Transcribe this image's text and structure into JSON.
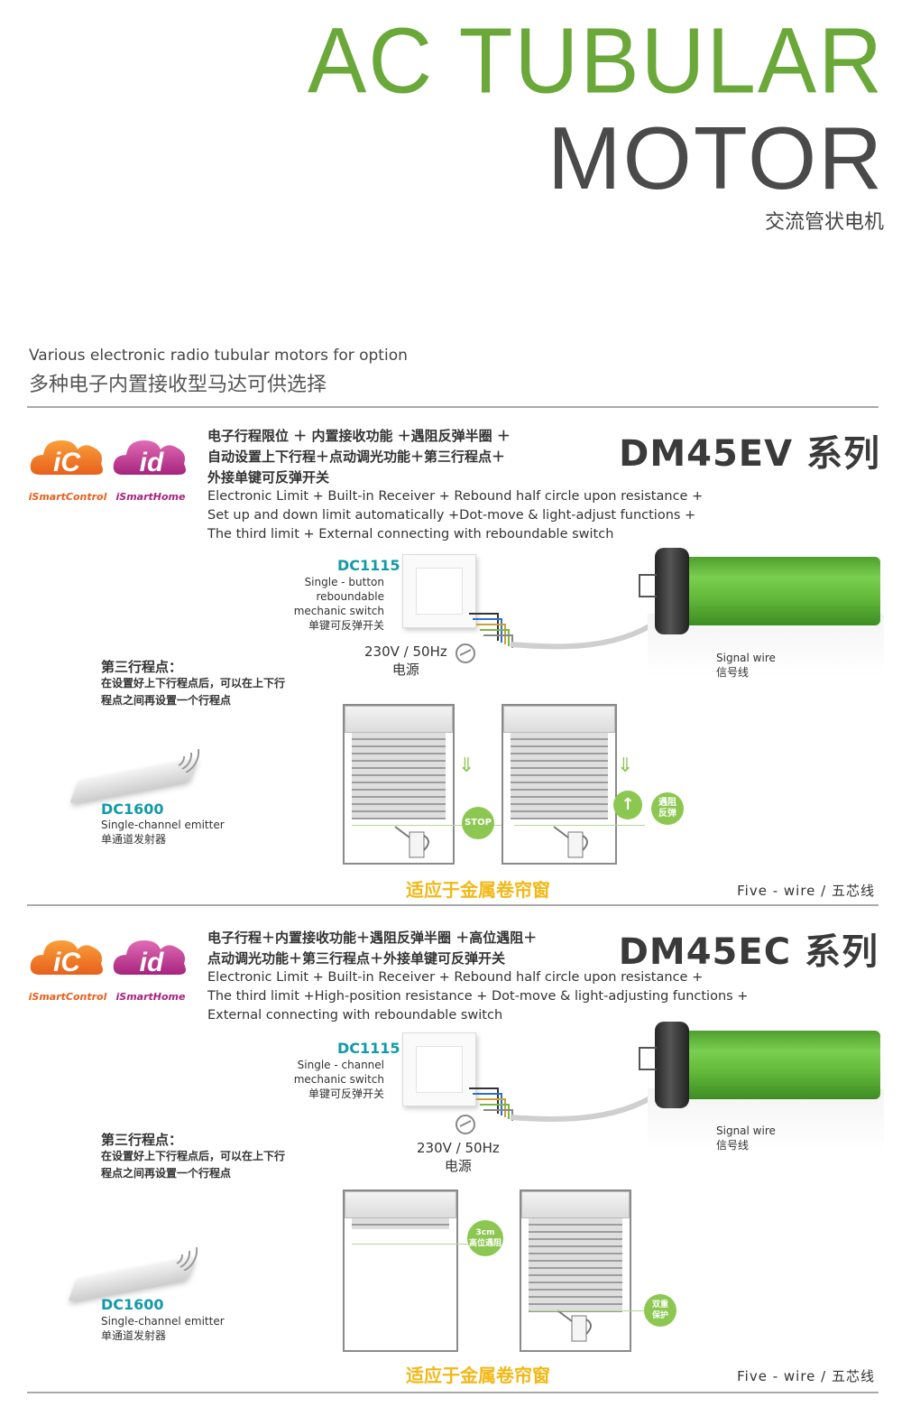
{
  "header": {
    "title_line1": "AC TUBULAR",
    "title_line2": "MOTOR",
    "title_cn": "交流管状电机"
  },
  "intro": {
    "en": "Various electronic radio tubular motors for option",
    "cn": "多种电子内置接收型马达可供选择"
  },
  "logos": {
    "ic_mark": "iC",
    "ic_name": "iSmartControl",
    "id_mark": "id",
    "id_name": "iSmartHome"
  },
  "sections": [
    {
      "series": "DM45EV 系列",
      "features_cn": [
        "电子行程限位 ＋ 内置接收功能 ＋遇阻反弹半圈 ＋",
        "自动设置上下行程＋点动调光功能＋第三行程点＋",
        "外接单键可反弹开关"
      ],
      "features_en": [
        "Electronic Limit + Built-in Receiver + Rebound half circle upon resistance +",
        "Set up and down limit automatically +Dot-move & light-adjust functions +",
        "The third limit + External connecting with reboundable switch"
      ],
      "switch_model": "DC1115",
      "switch_desc": [
        "Single - button",
        "reboundable",
        "mechanic switch",
        "单键可反弹开关"
      ],
      "power": [
        "230V / 50Hz",
        "电源"
      ],
      "signal": [
        "Signal wire",
        "信号线"
      ],
      "third_title": "第三行程点：",
      "third_desc": [
        "在设置好上下行程点后，可以在上下行",
        "程点之间再设置一个行程点"
      ],
      "emitter_model": "DC1600",
      "emitter_desc": [
        "Single-channel emitter",
        "单通道发射器"
      ],
      "badge_1": "STOP",
      "badge_2": "遇阻\n反弹",
      "window_label": "适应于金属卷帘窗",
      "wire_label": "Five - wire / 五芯线"
    },
    {
      "series": "DM45EC 系列",
      "features_cn": [
        "电子行程＋内置接收功能＋遇阻反弹半圈 ＋高位遇阻＋",
        "点动调光功能＋第三行程点＋外接单键可反弹开关"
      ],
      "features_en": [
        "Electronic Limit + Built-in Receiver + Rebound half circle upon resistance +",
        "The third limit +High-position resistance + Dot-move & light-adjusting functions +",
        "External connecting with reboundable switch"
      ],
      "switch_model": "DC1115",
      "switch_desc": [
        "Single - channel",
        "mechanic switch",
        "单键可反弹开关"
      ],
      "power": [
        "230V / 50Hz",
        "电源"
      ],
      "signal": [
        "Signal wire",
        "信号线"
      ],
      "third_title": "第三行程点：",
      "third_desc": [
        "在设置好上下行程点后，可以在上下行",
        "程点之间再设置一个行程点"
      ],
      "emitter_model": "DC1600",
      "emitter_desc": [
        "Single-channel emitter",
        "单通道发射器"
      ],
      "badge_1": "3cm\n高位遇阻",
      "badge_2": "双重\n保护",
      "window_label": "适应于金属卷帘窗",
      "wire_label": "Five - wire / 五芯线"
    }
  ]
}
